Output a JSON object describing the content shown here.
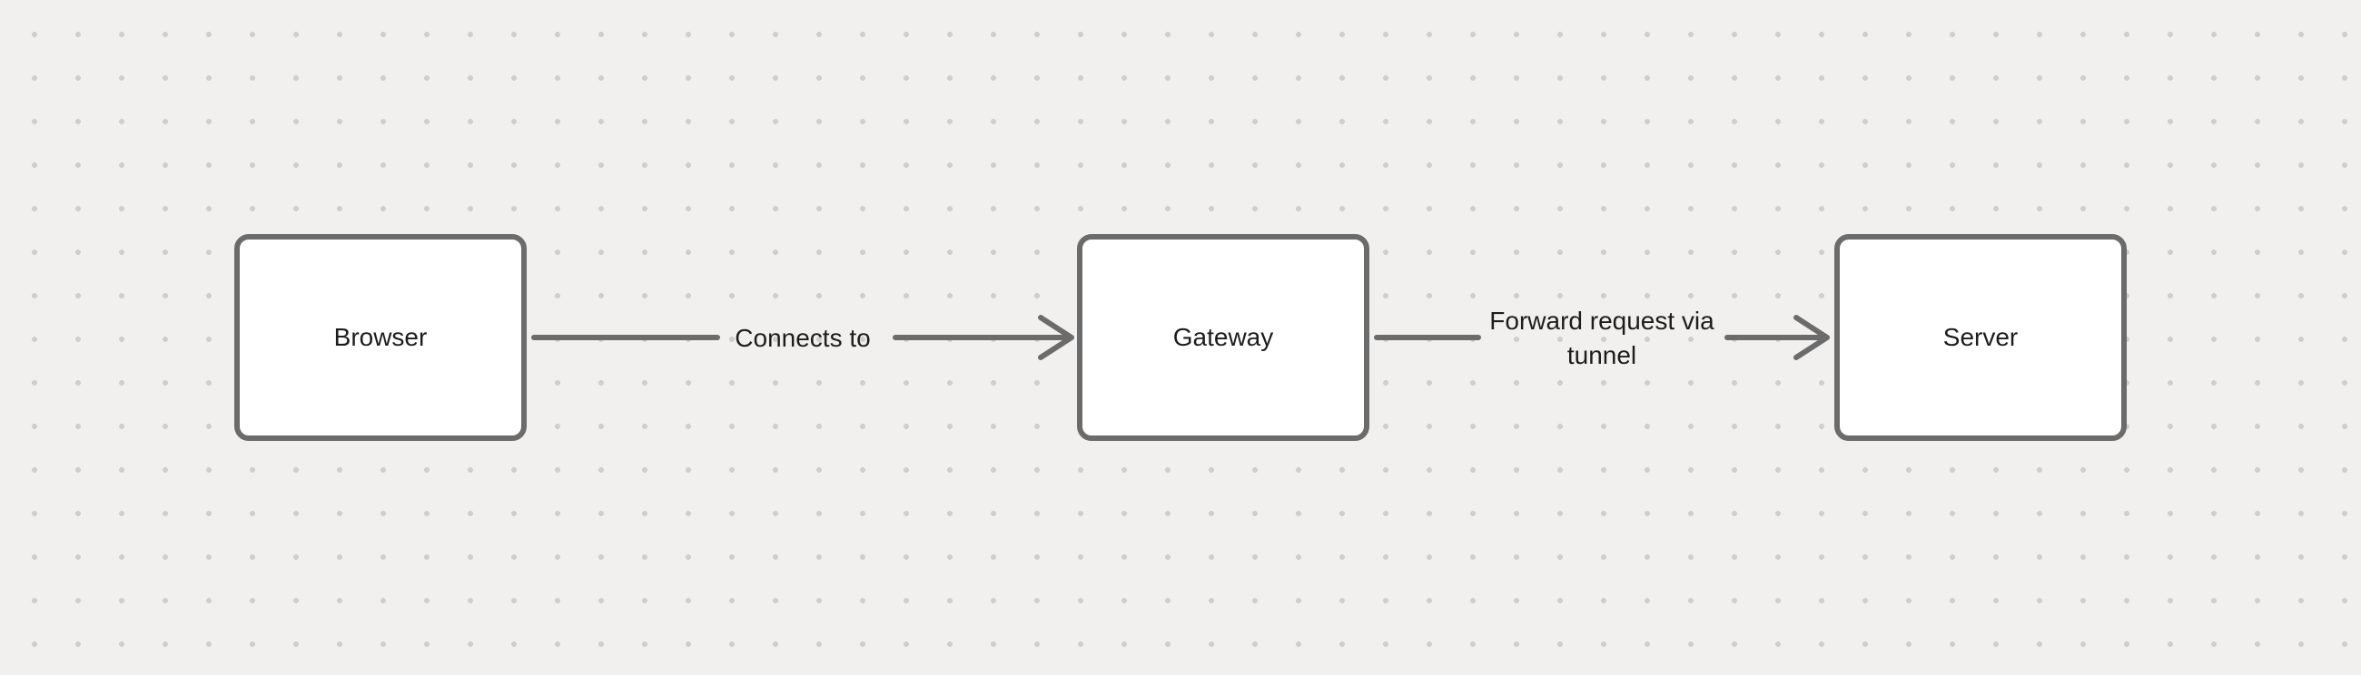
{
  "canvas": {
    "background_color": "#f1f0ef",
    "dot_color": "#cfcecd",
    "stroke_color": "#6b6b6b",
    "text_color": "#1d1d1d",
    "node_fill": "#ffffff"
  },
  "diagram": {
    "type": "flowchart",
    "nodes": [
      {
        "id": "browser",
        "label": "Browser"
      },
      {
        "id": "gateway",
        "label": "Gateway"
      },
      {
        "id": "server",
        "label": "Server"
      }
    ],
    "edges": [
      {
        "from": "browser",
        "to": "gateway",
        "label": "Connects to"
      },
      {
        "from": "gateway",
        "to": "server",
        "label": "Forward request via tunnel"
      }
    ]
  }
}
